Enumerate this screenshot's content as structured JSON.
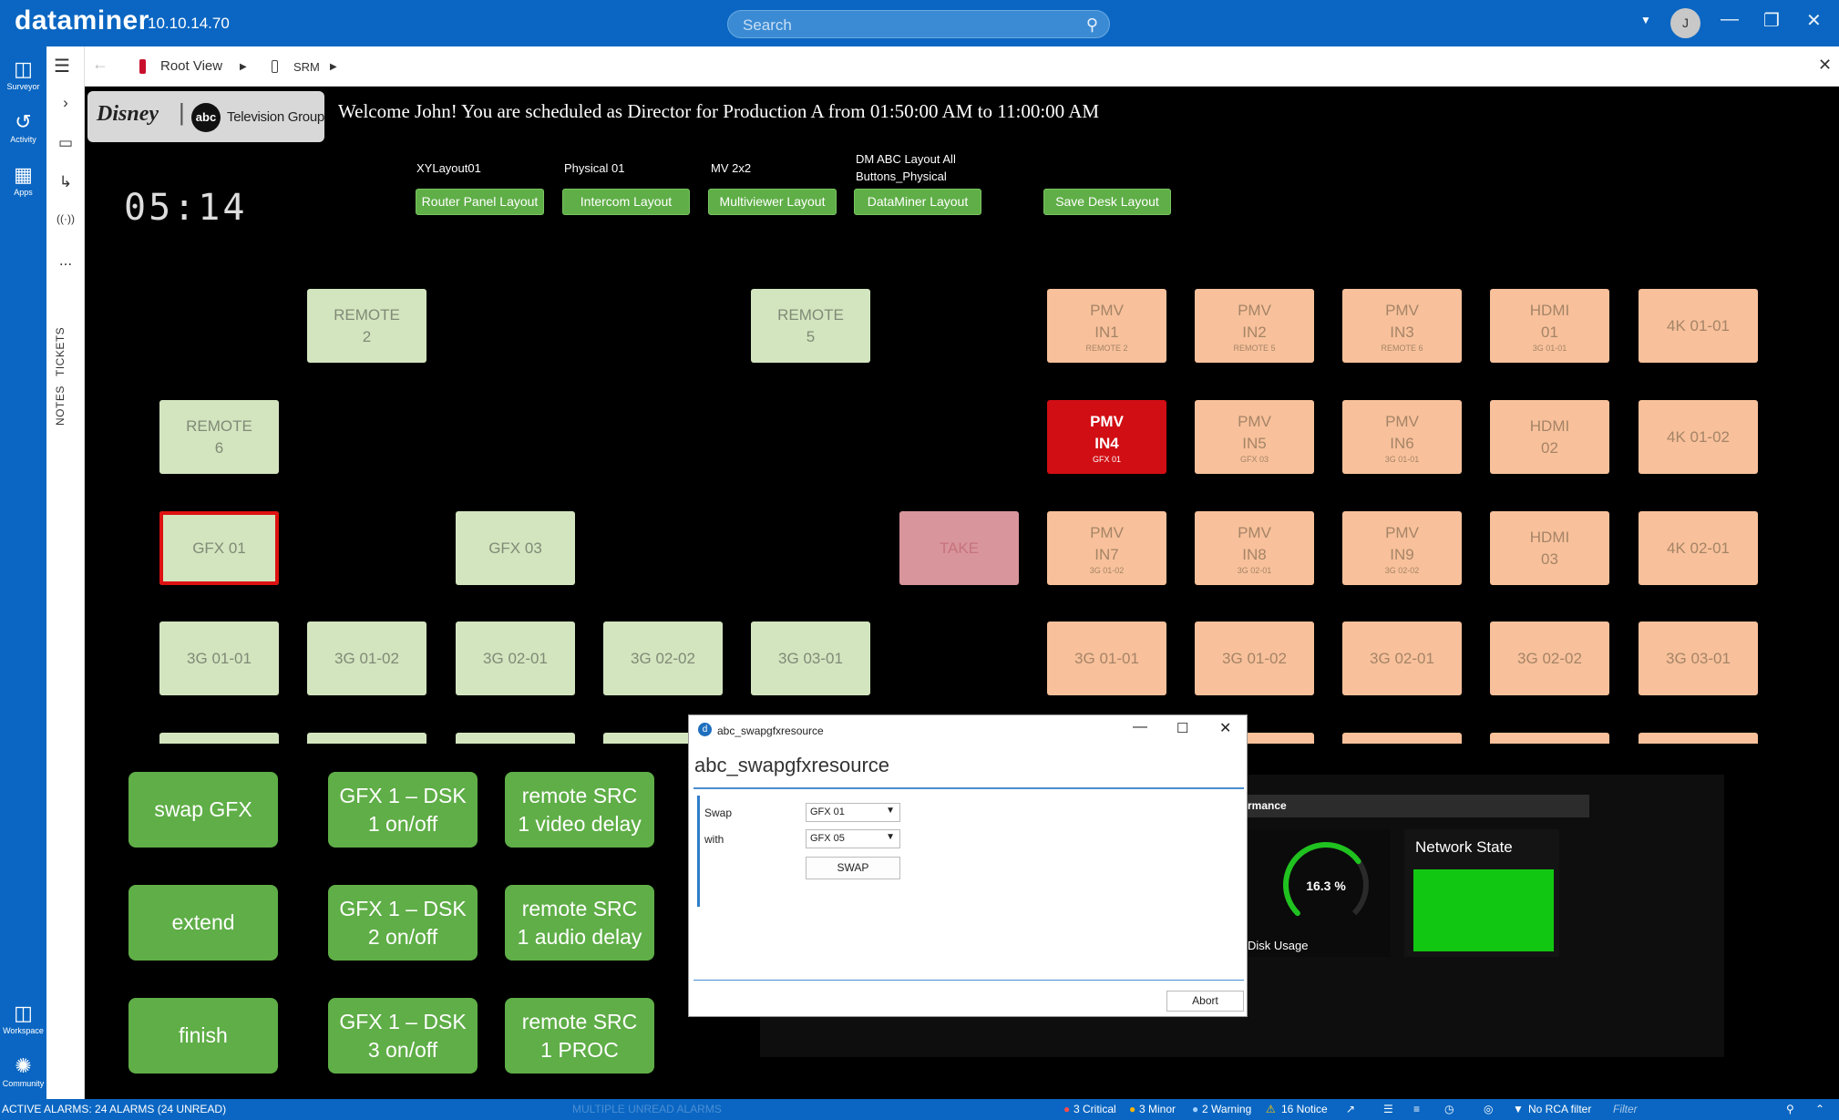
{
  "titlebar": {
    "app_name": "dataminer",
    "version": "10.10.14.70",
    "search_placeholder": "Search",
    "avatar_initial": "J"
  },
  "rail": {
    "items": [
      {
        "label": "Surveyor"
      },
      {
        "label": "Activity"
      },
      {
        "label": "Apps"
      }
    ],
    "bottom_items": [
      {
        "label": "Workspace"
      },
      {
        "label": "Community"
      }
    ]
  },
  "rail2": {
    "tickets": "TICKETS",
    "notes": "NOTES",
    "more": "..."
  },
  "nav": {
    "root_view": "Root View",
    "srm": "SRM"
  },
  "dashboard": {
    "logo": {
      "disney": "Disney",
      "abc": "abc",
      "group": "Television Group"
    },
    "welcome": "Welcome John! You are scheduled as Director for Production A from 01:50:00 AM to 11:00:00 AM",
    "clock": "05:14",
    "layouts": [
      {
        "caption": "XYLayout01",
        "button": "Router Panel Layout"
      },
      {
        "caption": "Physical 01",
        "button": "Intercom Layout"
      },
      {
        "caption": "MV 2x2",
        "button": "Multiviewer Layout"
      },
      {
        "caption": "DM ABC Layout All Buttons_Physical",
        "button": "DataMiner Layout"
      },
      {
        "caption": "",
        "button": "Save Desk Layout"
      }
    ],
    "source_tiles": [
      {
        "label": "REMOTE 2"
      },
      {
        "label": "REMOTE 5"
      },
      {
        "label": "REMOTE 6"
      },
      {
        "label": "GFX 01"
      },
      {
        "label": "GFX 03"
      },
      {
        "label": "3G 01-01"
      },
      {
        "label": "3G 01-02"
      },
      {
        "label": "3G 02-01"
      },
      {
        "label": "3G 02-02"
      },
      {
        "label": "3G 03-01"
      }
    ],
    "take": "TAKE",
    "dest_tiles": [
      {
        "label": "PMV IN1",
        "sub": "REMOTE 2"
      },
      {
        "label": "PMV IN2",
        "sub": "REMOTE 5"
      },
      {
        "label": "PMV IN3",
        "sub": "REMOTE 6"
      },
      {
        "label": "HDMI 01",
        "sub": "3G 01-01"
      },
      {
        "label": "4K 01-01",
        "sub": ""
      },
      {
        "label": "PMV IN4",
        "sub": "GFX 01"
      },
      {
        "label": "PMV IN5",
        "sub": "GFX 03"
      },
      {
        "label": "PMV IN6",
        "sub": "3G 01-01"
      },
      {
        "label": "HDMI 02",
        "sub": ""
      },
      {
        "label": "4K 01-02",
        "sub": ""
      },
      {
        "label": "PMV IN7",
        "sub": "3G 01-02"
      },
      {
        "label": "PMV IN8",
        "sub": "3G 02-01"
      },
      {
        "label": "PMV IN9",
        "sub": "3G 02-02"
      },
      {
        "label": "HDMI 03",
        "sub": ""
      },
      {
        "label": "4K 02-01",
        "sub": ""
      },
      {
        "label": "3G 01-01",
        "sub": ""
      },
      {
        "label": "3G 01-02",
        "sub": ""
      },
      {
        "label": "3G 02-01",
        "sub": ""
      },
      {
        "label": "3G 02-02",
        "sub": ""
      },
      {
        "label": "3G 03-01",
        "sub": ""
      }
    ],
    "actions": [
      {
        "label": "swap GFX"
      },
      {
        "label": "GFX 1 – DSK 1 on/off"
      },
      {
        "label": "remote SRC 1 video delay"
      },
      {
        "label": "extend"
      },
      {
        "label": "GFX 1 – DSK 2 on/off"
      },
      {
        "label": "remote SRC 1 audio delay"
      },
      {
        "label": "finish"
      },
      {
        "label": "GFX 1 – DSK 3 on/off"
      },
      {
        "label": "remote SRC 1 PROC"
      }
    ],
    "widget": {
      "header": "rmance",
      "disk_value": "16.3 %",
      "disk_fraction": 0.163,
      "disk_label": "Disk Usage",
      "network_title": "Network State",
      "network_color": "#12c712"
    }
  },
  "dialog": {
    "title": "abc_swapgfxresource",
    "heading": "abc_swapgfxresource",
    "swap_label": "Swap",
    "swap_value": "GFX 01",
    "with_label": "with",
    "with_value": "GFX 05",
    "swap_button": "SWAP",
    "abort_button": "Abort"
  },
  "status": {
    "alarms": "ACTIVE ALARMS: 24 ALARMS (24 UNREAD)",
    "multiple": "MULTIPLE UNREAD ALARMS",
    "critical": "3 Critical",
    "minor": "3 Minor",
    "warning": "2 Warning",
    "notice": "16 Notice",
    "rca": "No RCA filter",
    "filter_placeholder": "Filter"
  },
  "colors": {
    "brand_blue": "#0a66c2",
    "green_button": "#5fae47",
    "source_tile": "#d3e5bf",
    "dest_tile": "#f8c19b",
    "alert_red": "#d10e14"
  }
}
